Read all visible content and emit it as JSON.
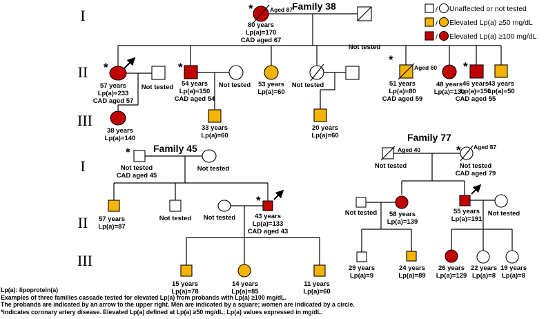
{
  "generations": {
    "g1": "I",
    "g2": "II",
    "g3": "III"
  },
  "legend": {
    "unaffected": "Unaffected or not tested",
    "elevated50": "Elevated Lp(a) ≥50 mg/dL",
    "elevated100": "Elevated Lp(a) ≥100 mg/dL",
    "colors": {
      "none": "#ffffff",
      "elevated50": "#f5b400",
      "elevated100": "#c00000"
    }
  },
  "family38": {
    "title": "Family 38",
    "gen1": {
      "proband_parent": {
        "age": "80 years",
        "lpa": "Lp(a)=170",
        "cad": "CAD aged 67",
        "aged": "Aged 87",
        "star": "*"
      },
      "spouse": {
        "status": "Not tested"
      }
    },
    "gen2": {
      "p1": {
        "age": "57 years",
        "lpa": "Lp(a)=233",
        "cad": "CAD aged 57",
        "star": "*"
      },
      "p1_spouse": {
        "status": "Not tested"
      },
      "p2": {
        "age": "54 years",
        "lpa": "Lp(a)=150",
        "cad": "CAD aged 54",
        "star": "*"
      },
      "p2_spouse": {
        "status": "Not tested"
      },
      "p3": {
        "age": "53 years",
        "lpa": "Lp(a)=60"
      },
      "p4_spouse": {
        "status": "Not tested"
      },
      "p5": {
        "age": "51 years",
        "lpa": "Lp(a)=80",
        "cad": "CAD aged 59",
        "aged": "Aged 60",
        "star": "*"
      },
      "p6": {
        "age": "48 years",
        "lpa": "Lp(a)=130"
      },
      "p7": {
        "age": "46 years",
        "lpa": "Lp(a)=150",
        "cad": "CAD aged 55",
        "star": "*"
      },
      "p8": {
        "age": "43 years",
        "lpa": "Lp(a)=50"
      }
    },
    "gen3": {
      "c1": {
        "age": "38 years",
        "lpa": "Lp(a)=140"
      },
      "c2": {
        "age": "33 years",
        "lpa": "Lp(a)=60"
      },
      "c3": {
        "age": "20 years",
        "lpa": "Lp(a)=60"
      }
    }
  },
  "family45": {
    "title": "Family 45",
    "gen1": {
      "father": {
        "status": "Not tested",
        "cad": "CAD aged 45",
        "star": "*"
      },
      "mother": {
        "status": "Not tested"
      }
    },
    "gen2": {
      "p1": {
        "age": "57 years",
        "lpa": "Lp(a)=87"
      },
      "p2": {
        "status": "Not tested"
      },
      "spouse": {
        "status": "Not tested"
      },
      "proband": {
        "age": "43 years",
        "lpa": "Lp(a)=133",
        "cad": "CAD aged 43",
        "star": "*"
      }
    },
    "gen3": {
      "c1": {
        "age": "15 years",
        "lpa": "Lp(a)=78"
      },
      "c2": {
        "age": "14 years",
        "lpa": "Lp(a)=85"
      },
      "c3": {
        "age": "11 years",
        "lpa": "Lp(a)=60"
      }
    }
  },
  "family77": {
    "title": "Family 77",
    "gen1": {
      "father": {
        "status": "Not tested",
        "aged": "Aged 40"
      },
      "mother": {
        "status": "Not tested",
        "cad": "CAD aged 79",
        "aged": "Aged 87",
        "star": "*"
      }
    },
    "gen2": {
      "spouse1": {
        "status": "Not tested"
      },
      "daughter": {
        "age": "58 years",
        "lpa": "Lp(a)=139"
      },
      "proband": {
        "age": "55 years",
        "lpa": "Lp(a)=191"
      },
      "spouse2": {
        "status": "Not tested"
      }
    },
    "gen3": {
      "c1": {
        "age": "29 years",
        "lpa": "Lp(a)=9"
      },
      "c2": {
        "age": "24 years",
        "lpa": "Lp(a)=89"
      },
      "c3": {
        "age": "26 years",
        "lpa": "Lp(a)=129"
      },
      "c4": {
        "age": "22 years",
        "lpa": "Lp(a)=8"
      },
      "c5": {
        "age": "19 years",
        "lpa": "Lp(a)=8"
      }
    }
  },
  "footer": {
    "line1": "Lp(a): lipoprotein(a)",
    "line2": "Examples of three families cascade tested for elevated Lp(a) from probands with Lp(a) ≥100 mg/dL.",
    "line3": "The probands are indicated by an arrow to the upper right. Men are indicated by a square; women are indicated by a circle.",
    "line4": "*indicates coronary artery disease. Elevated Lp(a) defined at Lp(a) ≥50 mg/dL;  Lp(a) values expressed in mg/dL."
  }
}
